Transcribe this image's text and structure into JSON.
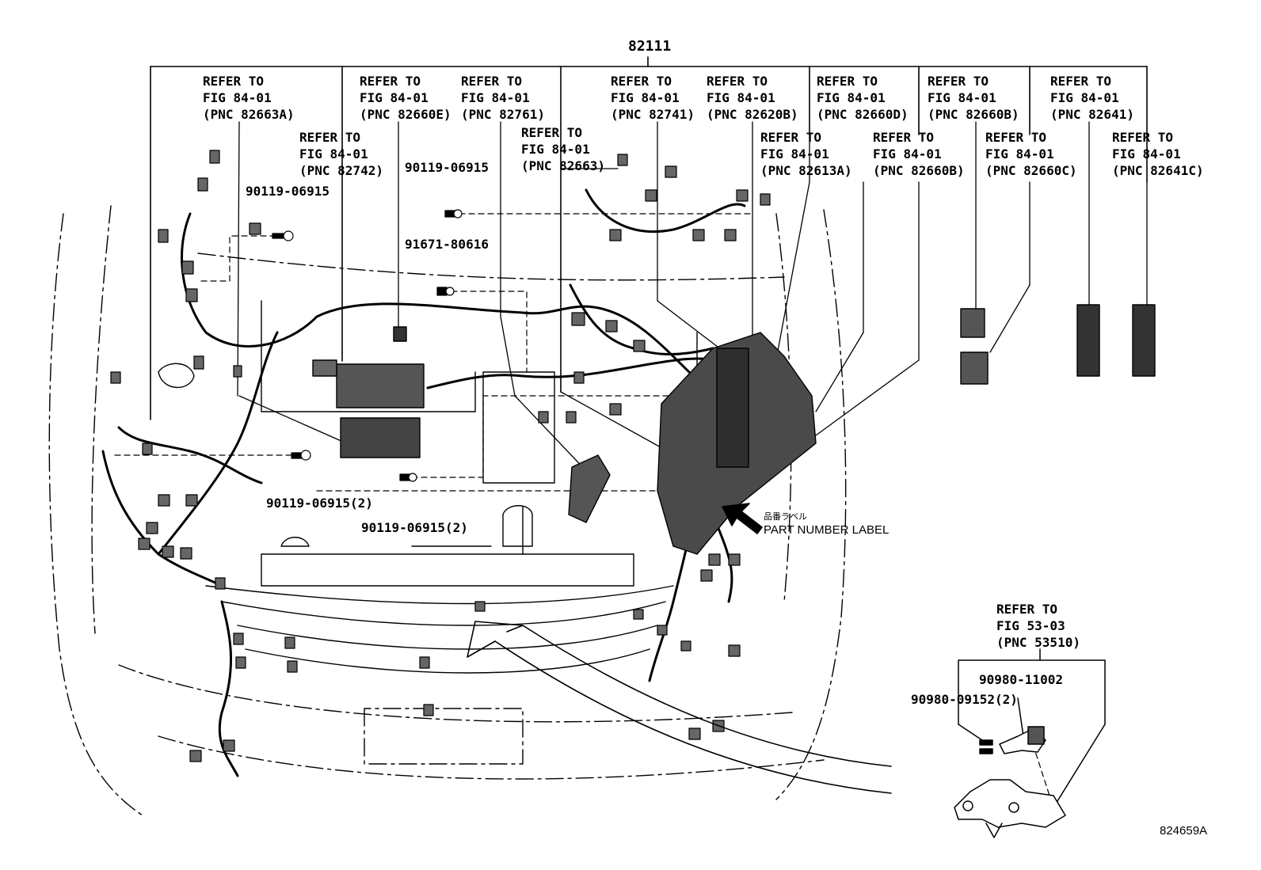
{
  "diagram": {
    "main_part_number": "82111",
    "figure_id": "824659A",
    "part_number_label": {
      "japanese": "品番ラベル",
      "english": "PART NUMBER LABEL"
    },
    "refer_callouts": [
      {
        "line1": "REFER TO",
        "line2": "FIG 84-01",
        "line3": "(PNC 82663A)"
      },
      {
        "line1": "REFER TO",
        "line2": "FIG 84-01",
        "line3": "(PNC 82660E)"
      },
      {
        "line1": "REFER TO",
        "line2": "FIG 84-01",
        "line3": "(PNC 82761)"
      },
      {
        "line1": "REFER TO",
        "line2": "FIG 84-01",
        "line3": "(PNC 82741)"
      },
      {
        "line1": "REFER TO",
        "line2": "FIG 84-01",
        "line3": "(PNC 82620B)"
      },
      {
        "line1": "REFER TO",
        "line2": "FIG 84-01",
        "line3": "(PNC 82660D)"
      },
      {
        "line1": "REFER TO",
        "line2": "FIG 84-01",
        "line3": "(PNC 82660B)"
      },
      {
        "line1": "REFER TO",
        "line2": "FIG 84-01",
        "line3": "(PNC 82641)"
      },
      {
        "line1": "REFER TO",
        "line2": "FIG 84-01",
        "line3": "(PNC 82742)"
      },
      {
        "line1": "REFER TO",
        "line2": "FIG 84-01",
        "line3": "(PNC 82663)"
      },
      {
        "line1": "REFER TO",
        "line2": "FIG 84-01",
        "line3": "(PNC 82613A)"
      },
      {
        "line1": "REFER TO",
        "line2": "FIG 84-01",
        "line3": "(PNC 82660B)"
      },
      {
        "line1": "REFER TO",
        "line2": "FIG 84-01",
        "line3": "(PNC 82660C)"
      },
      {
        "line1": "REFER TO",
        "line2": "FIG 84-01",
        "line3": "(PNC 82641C)"
      },
      {
        "line1": "REFER TO",
        "line2": "FIG 53-03",
        "line3": "(PNC 53510)"
      }
    ],
    "part_numbers": [
      "90119-06915",
      "90119-06915",
      "91671-80616",
      "90119-06915(2)",
      "90119-06915(2)",
      "90980-11002",
      "90980-09152(2)"
    ]
  }
}
